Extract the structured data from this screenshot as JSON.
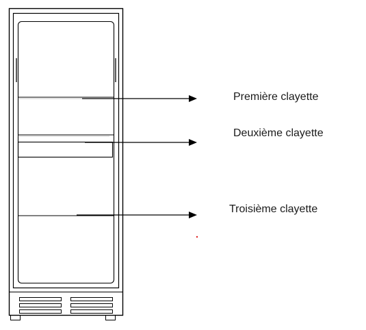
{
  "diagram": {
    "labels": [
      "Première clayette",
      "Deuxième clayette",
      "Troisième clayette"
    ],
    "colors": {
      "line": "#000000",
      "dot": "#e02020",
      "background": "#ffffff"
    }
  }
}
